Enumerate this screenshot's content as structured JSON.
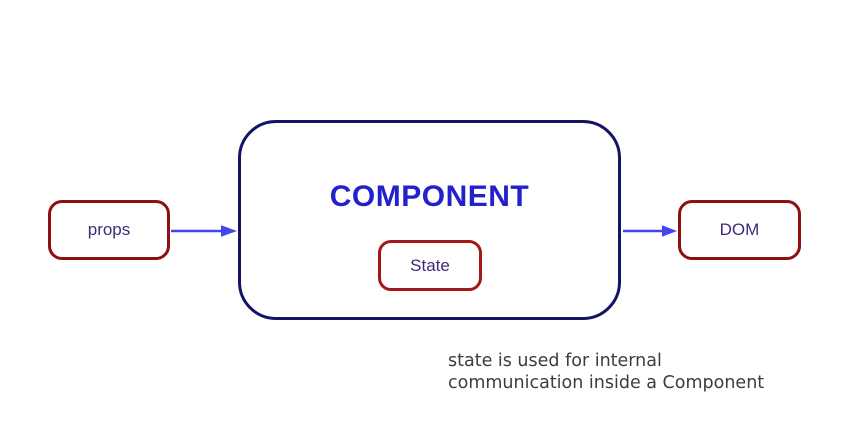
{
  "diagram_title": "component-state-flow",
  "nodes": [
    {
      "id": "props",
      "label": "props"
    },
    {
      "id": "component",
      "label": "COMPONENT"
    },
    {
      "id": "state",
      "label": "State",
      "parent": "component"
    },
    {
      "id": "dom",
      "label": "DOM"
    }
  ],
  "edges": [
    {
      "from": "props",
      "to": "component"
    },
    {
      "from": "component",
      "to": "dom"
    }
  ],
  "caption": {
    "line1": "state is used for internal",
    "line2": "communication inside a Component"
  },
  "colors": {
    "red_border": "#8e1010",
    "state_border": "#a31818",
    "navy_border": "#141466",
    "component_text": "#2222cc",
    "label_text": "#402a78",
    "arrow": "#4343f0",
    "caption_text": "#3d3d3d",
    "background": "#ffffff"
  }
}
